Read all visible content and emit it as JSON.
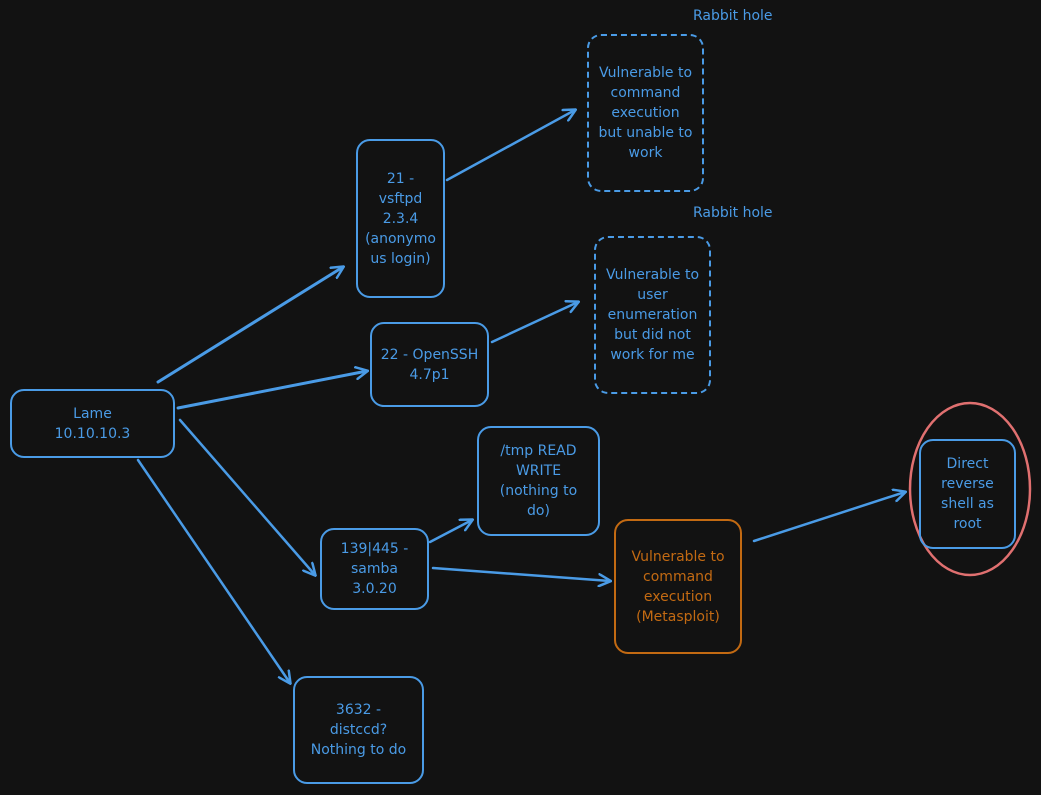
{
  "colors": {
    "background": "#121212",
    "primary": "#4a9be6",
    "exploit": "#c36a12",
    "highlight": "#e07070"
  },
  "nodes": {
    "lame": "Lame\n10.10.10.3",
    "ftp": "21 -\nvsftpd\n2.3.4\n(anonymo\nus login)",
    "ssh": "22 - OpenSSH\n4.7p1",
    "samba": "139|445 -\nsamba\n3.0.20",
    "distcc": "3632 -\ndistccd?\nNothing to do",
    "tmp": "/tmp READ\nWRITE\n(nothing to\ndo)",
    "ftp_vuln": "Vulnerable to\ncommand\nexecution\nbut unable to\nwork",
    "ssh_vuln": "Vulnerable to\nuser\nenumeration\nbut did not\nwork for me",
    "samba_vuln": "Vulnerable to\ncommand\nexecution\n(Metasploit)",
    "root": "Direct\nreverse\nshell as\nroot"
  },
  "notes": {
    "rabbit_hole_1": "Rabbit hole",
    "rabbit_hole_2": "Rabbit hole"
  }
}
